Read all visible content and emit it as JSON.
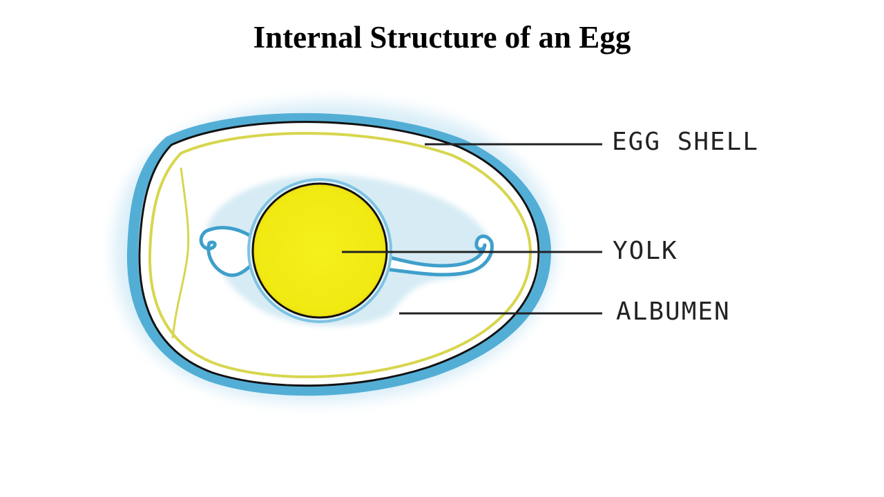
{
  "title": "Internal Structure of an Egg",
  "labels": {
    "egg_shell": "EGG SHELL",
    "yolk": "YOLK",
    "albumen": "ALBUMEN"
  },
  "colors": {
    "shell_blue": "#3fa3cf",
    "wash_blue": "#d3ebf6",
    "yolk_yellow": "#f3ec10",
    "membrane_yellow": "#d9d84a",
    "outline": "#111111",
    "leader_line": "#222222"
  }
}
